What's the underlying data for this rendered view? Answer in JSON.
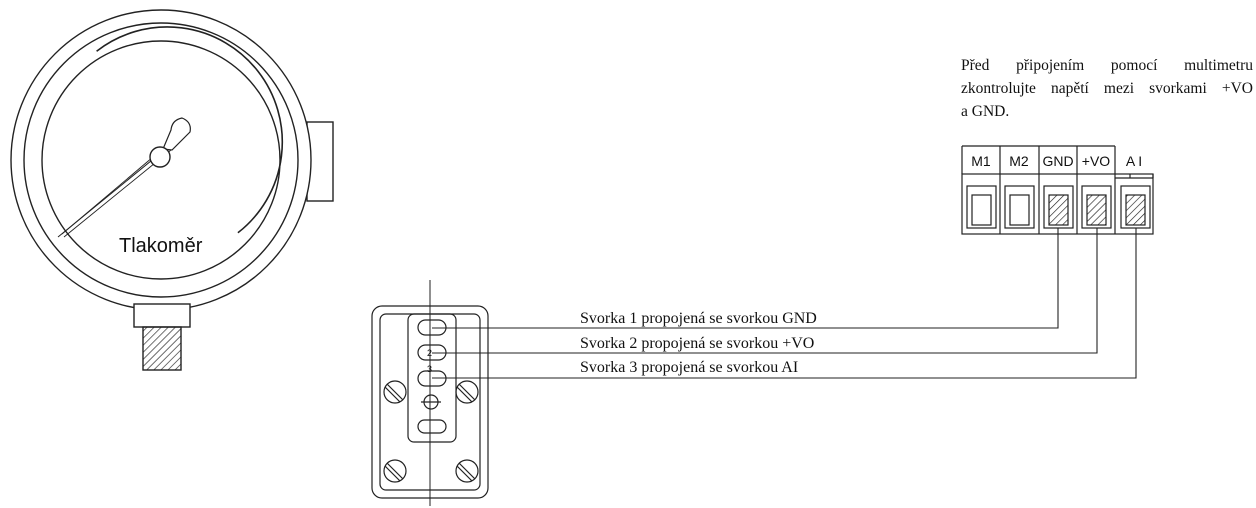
{
  "gauge": {
    "label": "Tlakoměr"
  },
  "note": {
    "lines": [
      "Před připojením pomocí multimetru",
      "zkontrolujte napětí mezi svorkami +VO",
      "a GND."
    ]
  },
  "terminal_block": {
    "terminals": [
      {
        "label": "M1",
        "connected": false
      },
      {
        "label": "M2",
        "connected": false
      },
      {
        "label": "GND",
        "connected": true
      },
      {
        "label": "+VO",
        "connected": true
      },
      {
        "label": "A I",
        "connected": true
      }
    ]
  },
  "connector": {
    "pins": [
      "1",
      "2",
      "3"
    ]
  },
  "wires": [
    {
      "label": "Svorka 1 propojená se svorkou GND"
    },
    {
      "label": "Svorka 2 propojená se svorkou +VO"
    },
    {
      "label": "Svorka 3 propojená se svorkou AI"
    }
  ]
}
